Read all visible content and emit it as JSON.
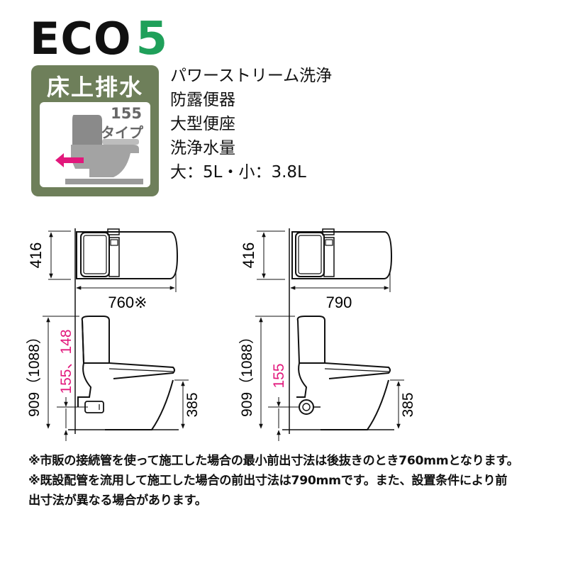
{
  "logo": {
    "text": "ECO",
    "number": "5",
    "number_color": "#1fa05a"
  },
  "badge": {
    "title": "床上排水",
    "type_number": "155",
    "type_word": "タイプ",
    "bg_color": "#6e7f5a",
    "arrow_color": "#e2187c"
  },
  "features": [
    "パワーストリーム洗浄",
    "防露便器",
    "大型便座",
    "洗浄水量",
    "大：5L・小：3.8L"
  ],
  "drawings": {
    "left": {
      "depth": "416",
      "length": "760※",
      "height": "909（1088）",
      "pipe_height": "155、148",
      "seat_height": "385"
    },
    "right": {
      "depth": "416",
      "length": "790",
      "height": "909（1088）",
      "pipe_height": "155",
      "seat_height": "385"
    },
    "pink_color": "#e2187c"
  },
  "notes": [
    "※市販の接続管を使って施工した場合の最小前出寸法は後抜きのとき760mmとなります。",
    "※既設配管を流用して施工した場合の前出寸法は790mmです。また、設置条件により前",
    "出寸法が異なる場合があります。"
  ]
}
